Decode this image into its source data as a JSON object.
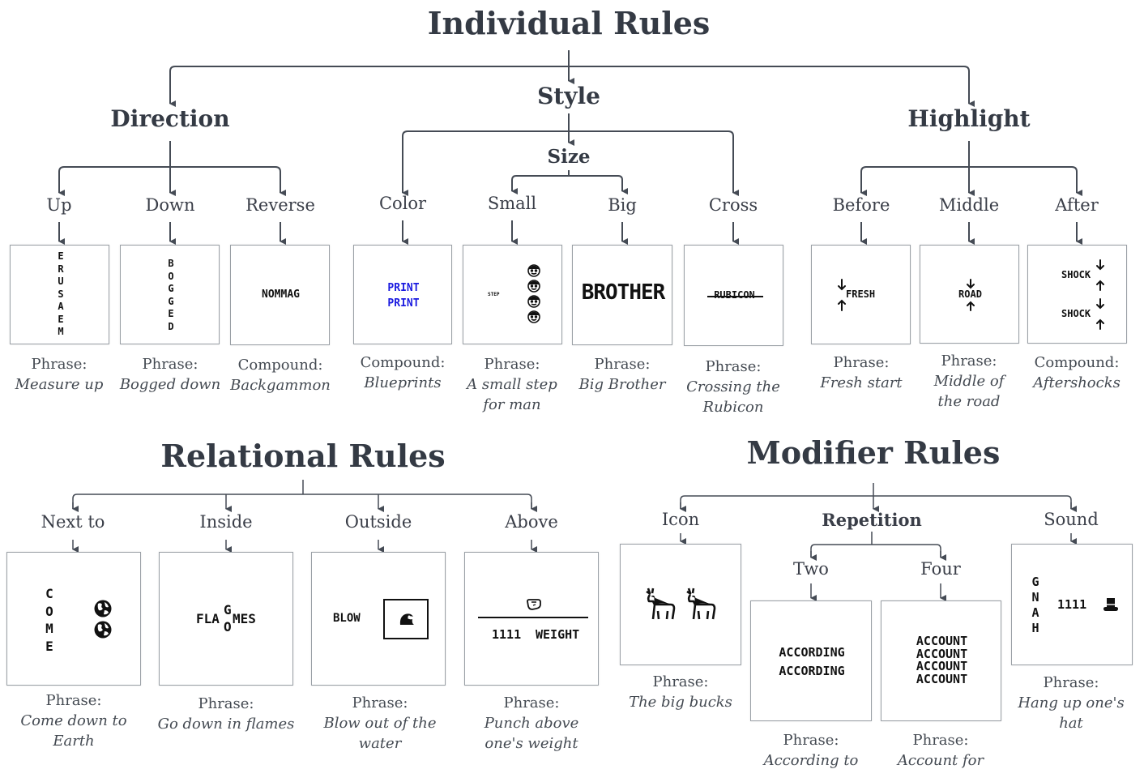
{
  "individual": {
    "title": "Individual Rules",
    "direction": {
      "title": "Direction",
      "up": {
        "label": "Up",
        "puzzle": "ERUSAEM",
        "kind": "Phrase:",
        "answer": "Measure up"
      },
      "down": {
        "label": "Down",
        "puzzle": "BOGGED",
        "kind": "Phrase:",
        "answer": "Bogged down"
      },
      "reverse": {
        "label": "Reverse",
        "puzzle": "NOMMAG",
        "kind": "Compound:",
        "answer": "Backgammon"
      }
    },
    "style": {
      "title": "Style",
      "size_title": "Size",
      "color": {
        "label": "Color",
        "line1": "PRINT",
        "line2": "PRINT",
        "text_color": "#1a1ae0",
        "kind": "Compound:",
        "answer": "Blueprints"
      },
      "small": {
        "label": "Small",
        "puzzle": "STEP",
        "icon": "man-face",
        "kind": "Phrase:",
        "answer": "A small step for man"
      },
      "big": {
        "label": "Big",
        "puzzle": "BROTHER",
        "kind": "Phrase:",
        "answer": "Big Brother"
      },
      "cross": {
        "label": "Cross",
        "puzzle": "RUBICON",
        "kind": "Phrase:",
        "answer": "Crossing the Rubicon"
      }
    },
    "highlight": {
      "title": "Highlight",
      "before": {
        "label": "Before",
        "puzzle": "FRESH",
        "kind": "Phrase:",
        "answer": "Fresh start"
      },
      "middle": {
        "label": "Middle",
        "puzzle": "ROAD",
        "kind": "Phrase:",
        "answer": "Middle of the road"
      },
      "after": {
        "label": "After",
        "puzzle": "SHOCK",
        "puzzle2": "SHOCK",
        "kind": "Compound:",
        "answer": "Aftershocks"
      }
    }
  },
  "relational": {
    "title": "Relational Rules",
    "next_to": {
      "label": "Next to",
      "puzzle": "COME",
      "icon": "earth-icon",
      "kind": "Phrase:",
      "answer": "Come down to Earth"
    },
    "inside": {
      "label": "Inside",
      "left": "FLA",
      "mid_top": "G",
      "mid_bot": "O",
      "right": "MES",
      "kind": "Phrase:",
      "answer": "Go down in flames"
    },
    "outside": {
      "label": "Outside",
      "puzzle": "BLOW",
      "icon": "water-wave-icon",
      "kind": "Phrase:",
      "answer": "Blow out of the water"
    },
    "above": {
      "label": "Above",
      "puzzle": "1111",
      "puzzle2": "WEIGHT",
      "icon": "fist-icon",
      "kind": "Phrase:",
      "answer": "Punch above one's weight"
    }
  },
  "modifier": {
    "title": "Modifier Rules",
    "icon": {
      "label": "Icon",
      "icon": "deer-icon",
      "kind": "Phrase:",
      "answer": "The big bucks"
    },
    "repetition": {
      "title": "Repetition",
      "two": {
        "label": "Two",
        "puzzle": [
          "ACCORDING",
          "ACCORDING"
        ],
        "kind": "Phrase:",
        "answer": "According to"
      },
      "four": {
        "label": "Four",
        "puzzle": [
          "ACCOUNT",
          "ACCOUNT",
          "ACCOUNT",
          "ACCOUNT"
        ],
        "kind": "Phrase:",
        "answer": "Account for"
      }
    },
    "sound": {
      "label": "Sound",
      "puzzle": "GNAH",
      "puzzle2": "1111",
      "icon": "top-hat-icon",
      "kind": "Phrase:",
      "answer": "Hang up one's hat"
    }
  },
  "colors": {
    "line": "#454b55",
    "box_border": "#9aa0a6",
    "text": "#3a3e48"
  }
}
